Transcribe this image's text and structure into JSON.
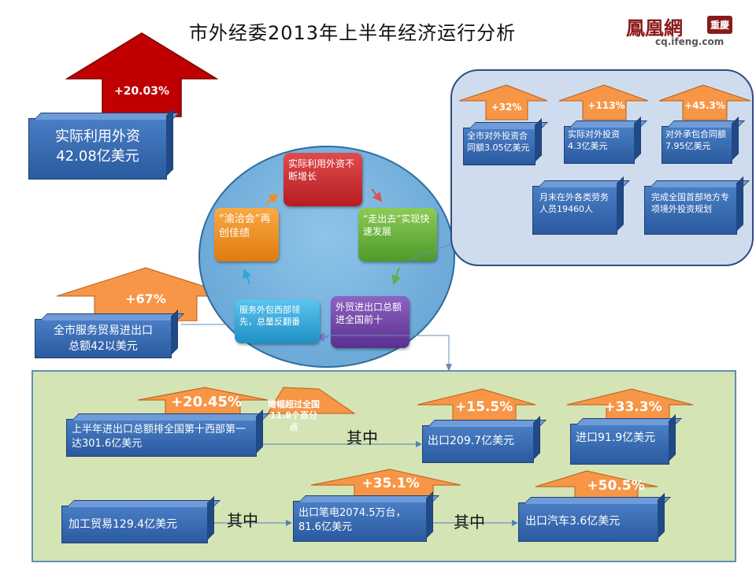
{
  "header": {
    "title": "市外经委2013年上半年经济运行分析",
    "logo_text": "鳳凰網",
    "logo_badge": "重慶",
    "logo_url": "cq.ifeng.com"
  },
  "top_left": {
    "arrow_label": "+20.03%",
    "box_line1": "实际利用外资",
    "box_line2": "42.08亿美元"
  },
  "service_trade": {
    "arrow_label": "+67%",
    "box_line1": "全市服务贸易进出口",
    "box_line2": "总额42以美元"
  },
  "cycle": {
    "node_top": "实际利用外资不断增长",
    "node_right": "“走出去”实现快速发展",
    "node_bottom_right": "外贸进出口总额进全国前十",
    "node_bottom_left": "服务外包西部领先，总量反翻番",
    "node_left": "“渝洽会”再创佳绩"
  },
  "right_panel": {
    "items": [
      {
        "arrow": "+32%",
        "text": "全市对外投资合同额3.05亿美元"
      },
      {
        "arrow": "+113%",
        "text": "实际对外投资4.3亿美元"
      },
      {
        "arrow": "+45.3%",
        "text": "对外承包合同额7.95亿美元"
      }
    ],
    "box_workers": "月末在外各类劳务人员19460人",
    "box_plan": "完成全国首部地方专项境外投资规划"
  },
  "bottom": {
    "trade_arrow": "+20.45%",
    "trade_box": "上半年进出口总额排全国第十西部第一达301.6亿美元",
    "trade_note": "增幅超过全国11.8个百分点",
    "of_which_1": "其中",
    "export_arrow": "+15.5%",
    "export_box": "出口209.7亿美元",
    "import_arrow": "+33.3%",
    "import_box": "进口91.9亿美元",
    "processing_box": "加工贸易129.4亿美元",
    "of_which_2": "其中",
    "laptop_arrow": "+35.1%",
    "laptop_box": "出口笔电2074.5万台，81.6亿美元",
    "of_which_3": "其中",
    "car_arrow": "+50.5%",
    "car_box": "出口汽车3.6亿美元"
  },
  "colors": {
    "arrow_red": "#c00000",
    "arrow_orange": "#f79646",
    "box_blue": "#3a6db3",
    "node_red": "#c0262d",
    "node_green": "#6cb33e",
    "node_purple": "#6a3fa0",
    "node_cyan": "#2fa7d9",
    "node_orange": "#f08c1e"
  }
}
